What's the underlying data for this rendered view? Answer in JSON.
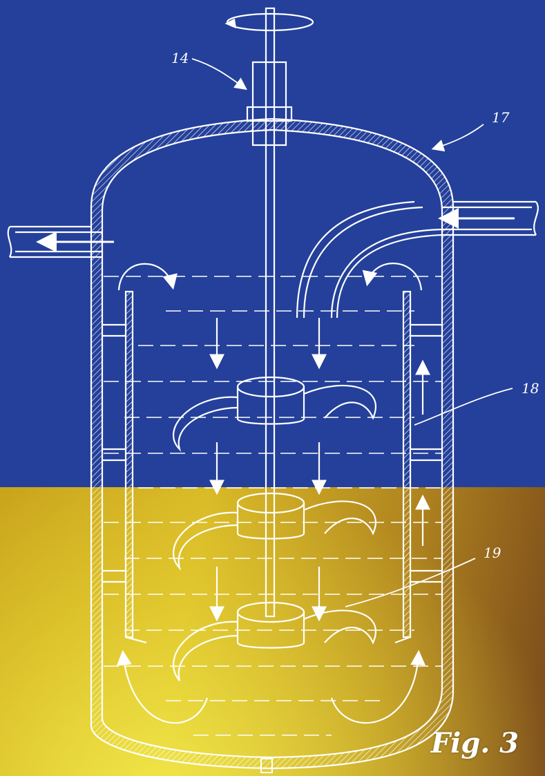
{
  "figure": {
    "caption": "Fig. 3"
  },
  "labels": {
    "agitator_shaft_seal": "14",
    "vessel": "17",
    "draft_tube": "18",
    "impeller": "19"
  },
  "colors": {
    "background_top": "#24409a",
    "background_bottom": "#d8b826",
    "line": "#ffffff"
  }
}
